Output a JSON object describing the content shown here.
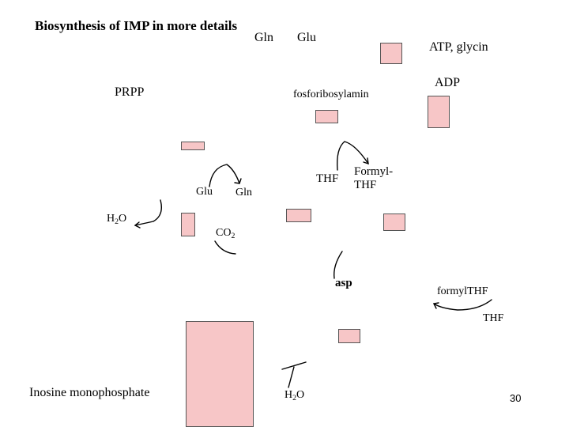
{
  "slide": {
    "title": "Biosynthesis of IMP in more details",
    "page_number": "30",
    "box_color": "#f7c6c7"
  },
  "labels": {
    "gln_top": "Gln",
    "glu_top": "Glu",
    "atp_glycin": "ATP, glycin",
    "adp": "ADP",
    "prpp": "PRPP",
    "fosforibosylamin": "fosforibosylamin",
    "formyl_thf_line1": "Formyl-",
    "formyl_thf_line2": "THF",
    "thf_mid": "THF",
    "glu_mid": "Glu",
    "gln_mid": "Gln",
    "h2o_left_main": "H",
    "h2o_left_sub": "2",
    "h2o_left_tail": "O",
    "co2_main": "CO",
    "co2_sub": "2",
    "asp": "asp",
    "formylthf_right": "formylTHF",
    "thf_right": "THF",
    "inosine": "Inosine monophosphate",
    "h2o_bottom_main": "H",
    "h2o_bottom_sub": "2",
    "h2o_bottom_tail": "O"
  }
}
